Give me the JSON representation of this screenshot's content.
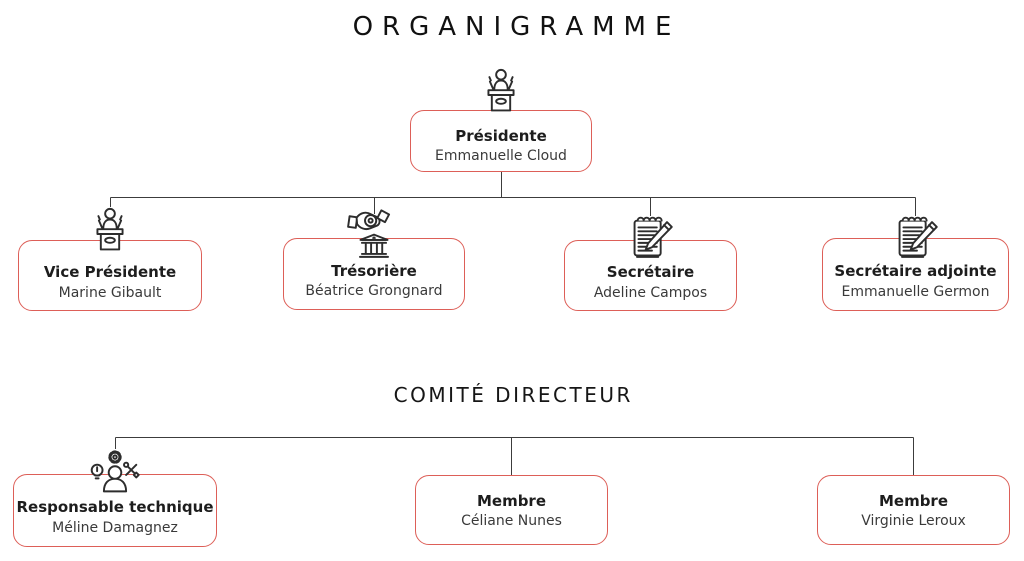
{
  "title": "ORGANIGRAMME",
  "committee_title": "COMITÉ DIRECTEUR",
  "colors": {
    "box_border": "#dd5f58",
    "connector_line": "#3c3c3c",
    "title_text": "#111111",
    "role_text": "#1d1d1d",
    "name_text": "#3a3a3a"
  },
  "nodes": [
    {
      "role": "Présidente",
      "name": "Emmanuelle Cloud",
      "icon": "speaker-podium-icon"
    },
    {
      "role": "Vice Présidente",
      "name": "Marine Gibault",
      "icon": "speaker-podium-icon"
    },
    {
      "role": "Trésorière",
      "name": "Béatrice Grongnard",
      "icon": "treasury-icon"
    },
    {
      "role": "Secrétaire",
      "name": "Adeline Campos",
      "icon": "notepad-pencil-icon"
    },
    {
      "role": "Secrétaire adjointe",
      "name": "Emmanuelle Germon",
      "icon": "notepad-pencil-icon"
    },
    {
      "role": "Responsable technique",
      "name": "Méline Damagnez",
      "icon": "technical-skills-icon"
    },
    {
      "role": "Membre",
      "name": "Céliane Nunes",
      "icon": null
    },
    {
      "role": "Membre",
      "name": "Virginie Leroux",
      "icon": null
    }
  ]
}
